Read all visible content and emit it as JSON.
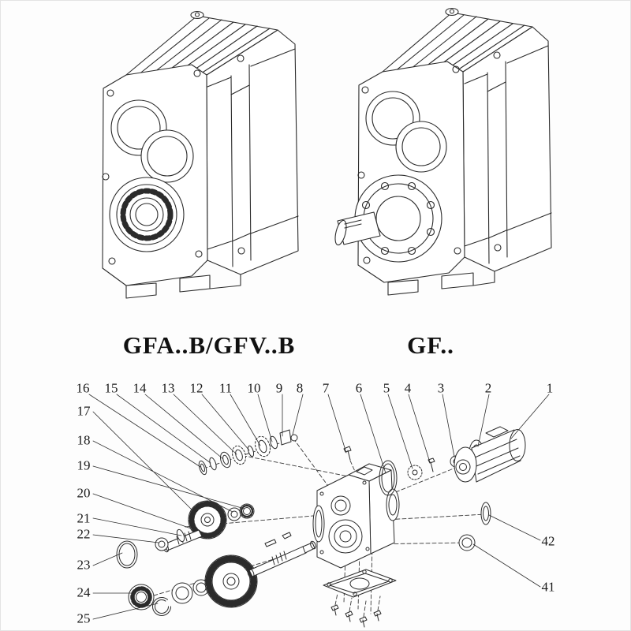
{
  "page": {
    "background": "#fdfdfd",
    "line_color": "#2b2b2b"
  },
  "models": [
    {
      "label": "GFA..B/GFV..B"
    },
    {
      "label": "GF.."
    }
  ],
  "exploded": {
    "top_numbers": [
      "16",
      "15",
      "14",
      "13",
      "12",
      "11",
      "10",
      "9",
      "8",
      "7",
      "6",
      "5",
      "4",
      "3",
      "2",
      "1"
    ],
    "left_numbers": [
      "17",
      "18",
      "19",
      "20",
      "21",
      "22",
      "23",
      "24",
      "25"
    ],
    "right_numbers": [
      "42",
      "41"
    ]
  }
}
